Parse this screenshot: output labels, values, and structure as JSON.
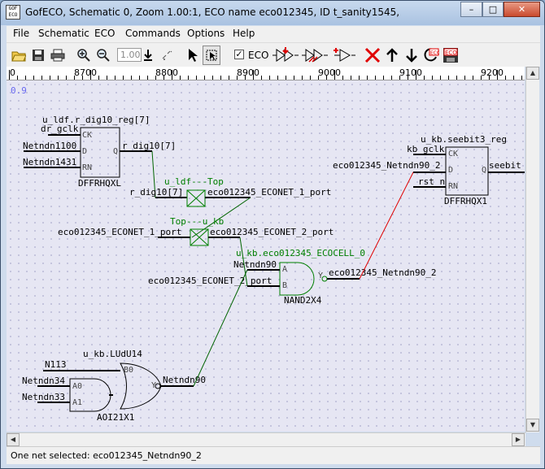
{
  "window": {
    "title": "GofECO, Schematic 0, Zoom 1.00:1, ECO name eco012345, ID t_sanity1545,",
    "app_icon_text": "GOF ECO",
    "minimize": "–",
    "maximize": "□",
    "close": "✕"
  },
  "menu": [
    "File",
    "Schematic",
    "ECO",
    "Commands",
    "Options",
    "Help"
  ],
  "toolbar": {
    "zoom_value": "1.00",
    "eco_checked": "✓",
    "eco_label": "ECO",
    "eco_icon_text": "ECO",
    "icons": [
      "open-folder-icon",
      "save-icon",
      "print-icon",
      "zoom-in-icon",
      "zoom-out-icon",
      "zoom-down-icon",
      "fit-icon",
      "select-arrow-icon",
      "select-area-icon",
      "eco-buffer-add-icon",
      "eco-buffer-remove-icon",
      "eco-buffer-replace-icon",
      "eco-add-gate-icon",
      "delete-red-x-icon",
      "arrow-up-icon",
      "arrow-down-icon",
      "eco-refresh-icon",
      "eco-save-icon"
    ]
  },
  "ruler": {
    "labels": [
      "0",
      "8700",
      "8800",
      "8900",
      "9000",
      "9100",
      "9200"
    ]
  },
  "canvas": {
    "corner_label": "0.9",
    "cells": {
      "ff1": {
        "name": "u_ldf.r_dig10_reg[7]",
        "type": "DFFRHQXL",
        "pins": [
          "CK",
          "D",
          "RN",
          "Q"
        ],
        "nets_in": [
          "dr_gclk",
          "Netndn1100",
          "Netndn1431"
        ],
        "net_out": "r_dig10[7]"
      },
      "port1": {
        "name": "u_ldf---Top",
        "left": "r_dig10[7]",
        "right": "eco012345_ECONET_1_port"
      },
      "port2": {
        "name": "Top---u_kb",
        "left": "eco012345_ECONET_1_port",
        "right": "eco012345_ECONET_2_port"
      },
      "nand": {
        "name": "u_kb.eco012345_ECOCELL_0",
        "type": "NAND2X4",
        "pins": [
          "A",
          "B",
          "Y"
        ],
        "net_a": "Netndn90",
        "net_b": "eco012345_ECONET_2_port",
        "net_y": "eco012345_Netndn90_2"
      },
      "ff2": {
        "name": "u_kb.seebit3_reg",
        "type": "DFFRHQX1",
        "pins": [
          "CK",
          "D",
          "RN",
          "Q"
        ],
        "nets_in": [
          "kb_gclk",
          "eco012345_Netndn90_2",
          "rst_n"
        ],
        "net_out": "seebit"
      },
      "aoi": {
        "name": "u_kb.LUdU14",
        "type": "AOI21X1",
        "pins": [
          "B0",
          "A0",
          "A1",
          "Y"
        ],
        "nets_in": [
          "N113",
          "Netndn34",
          "Netndn33"
        ],
        "net_out": "Netndn90"
      }
    }
  },
  "status": {
    "text": "One net selected: eco012345_Netndn90_2"
  },
  "colors": {
    "canvas_bg": "#e6e6f3",
    "wire_selected": "#e00000",
    "wire_eco": "#006400",
    "eco_label": "#008000"
  }
}
